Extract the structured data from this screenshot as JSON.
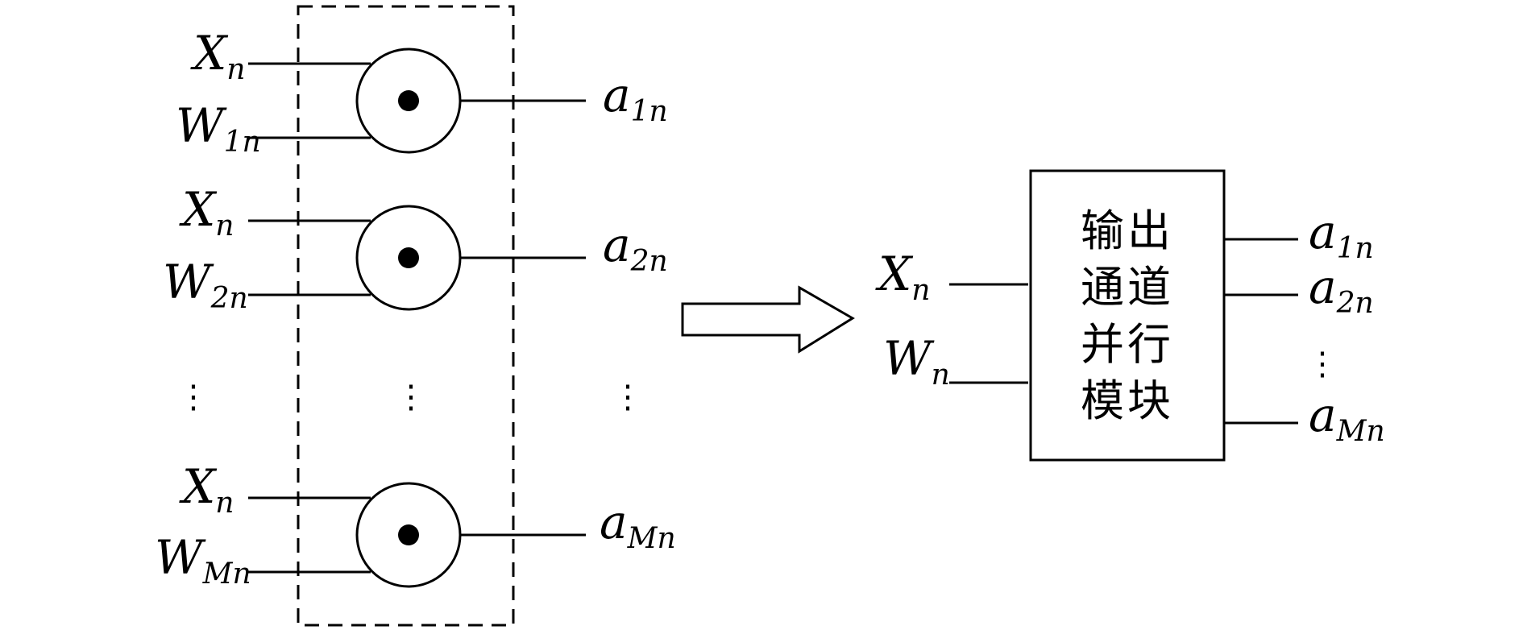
{
  "left_rows": [
    {
      "x_label": "X",
      "x_sub": "n",
      "w_label": "W",
      "w_sub": "1n",
      "out_label": "a",
      "out_sub": "1n"
    },
    {
      "x_label": "X",
      "x_sub": "n",
      "w_label": "W",
      "w_sub": "2n",
      "out_label": "a",
      "out_sub": "2n"
    },
    {
      "x_label": "X",
      "x_sub": "n",
      "w_label": "W",
      "w_sub": "Mn",
      "out_label": "a",
      "out_sub": "Mn"
    }
  ],
  "ellipsis": "⋮",
  "module": {
    "text_line1": "输出",
    "text_line2": "通道",
    "text_line3": "并行",
    "text_line4": "模块",
    "input_x_label": "X",
    "input_x_sub": "n",
    "input_w_label": "W",
    "input_w_sub": "n",
    "outputs": [
      {
        "label": "a",
        "sub": "1n"
      },
      {
        "label": "a",
        "sub": "2n"
      },
      {
        "label": "a",
        "sub": "Mn"
      }
    ]
  }
}
